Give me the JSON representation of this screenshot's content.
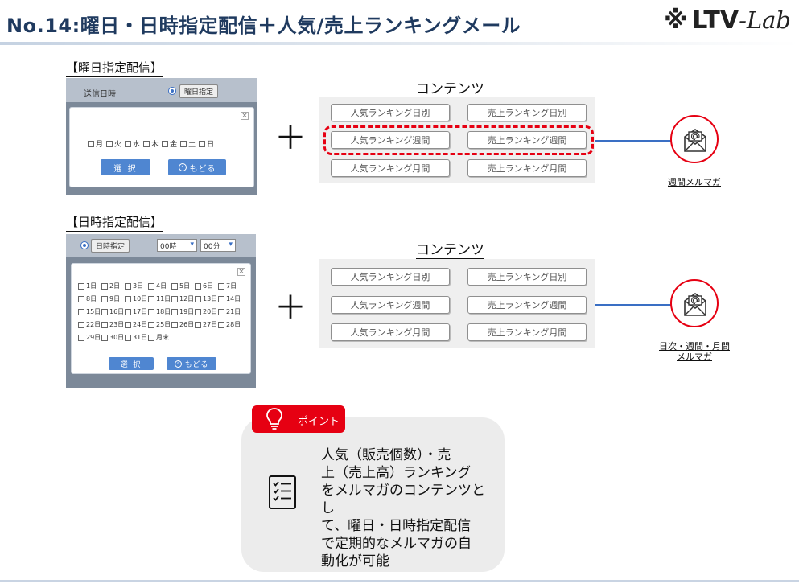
{
  "header": {
    "title": "No.14:曜日・日時指定配信＋人気/売上ランキングメール",
    "logo_mark": "※",
    "logo_ltv": "LTV",
    "logo_lab": "-Lab"
  },
  "section1": {
    "label": "【曜日指定配信】",
    "screenshot": {
      "field_label": "送信日時",
      "mode_button": "曜日指定",
      "close_glyph": "×",
      "days": [
        "月",
        "火",
        "水",
        "木",
        "金",
        "土",
        "日"
      ],
      "select_button": "選 択",
      "back_button": "もどる"
    },
    "contents_label": "コンテンツ",
    "chips": [
      "人気ランキング日別",
      "売上ランキング日別",
      "人気ランキング週間",
      "売上ランキング週間",
      "人気ランキング月間",
      "売上ランキング月間"
    ],
    "plus": "＋",
    "mail_caption": "週間メルマガ"
  },
  "section2": {
    "label": "【日時指定配信】",
    "screenshot": {
      "mode_button": "日時指定",
      "hour_select": "00時",
      "minute_select": "00分",
      "close_glyph": "×",
      "dates": [
        [
          "1日",
          "2日",
          "3日",
          "4日",
          "5日",
          "6日",
          "7日"
        ],
        [
          "8日",
          "9日",
          "10日",
          "11日",
          "12日",
          "13日",
          "14日"
        ],
        [
          "15日",
          "16日",
          "17日",
          "18日",
          "19日",
          "20日",
          "21日"
        ],
        [
          "22日",
          "23日",
          "24日",
          "25日",
          "26日",
          "27日",
          "28日"
        ],
        [
          "29日",
          "30日",
          "31日",
          "月末"
        ]
      ],
      "select_button": "選 択",
      "back_button": "もどる"
    },
    "contents_label": "コンテンツ",
    "chips": [
      "人気ランキング日別",
      "売上ランキング日別",
      "人気ランキング週間",
      "売上ランキング週間",
      "人気ランキング月間",
      "売上ランキング月間"
    ],
    "plus": "＋",
    "mail_caption_line1": "日次・週間・月間",
    "mail_caption_line2": "メルマガ"
  },
  "point": {
    "tab_label": "ポイント",
    "text": "人気（販売個数）・売\n上（売上高）ランキング\nをメルマガのコンテンツとし\nて、曜日・日時指定配信\nで定期的なメルマガの自\n動化が可能"
  },
  "colors": {
    "title": "#1f3a5f",
    "accent_red": "#e60012",
    "connector_blue": "#3a6fc4",
    "button_blue": "#4f86d1"
  },
  "icons": [
    "mail-at-icon",
    "lightbulb-icon",
    "checklist-icon",
    "close-icon",
    "back-circle-icon"
  ]
}
